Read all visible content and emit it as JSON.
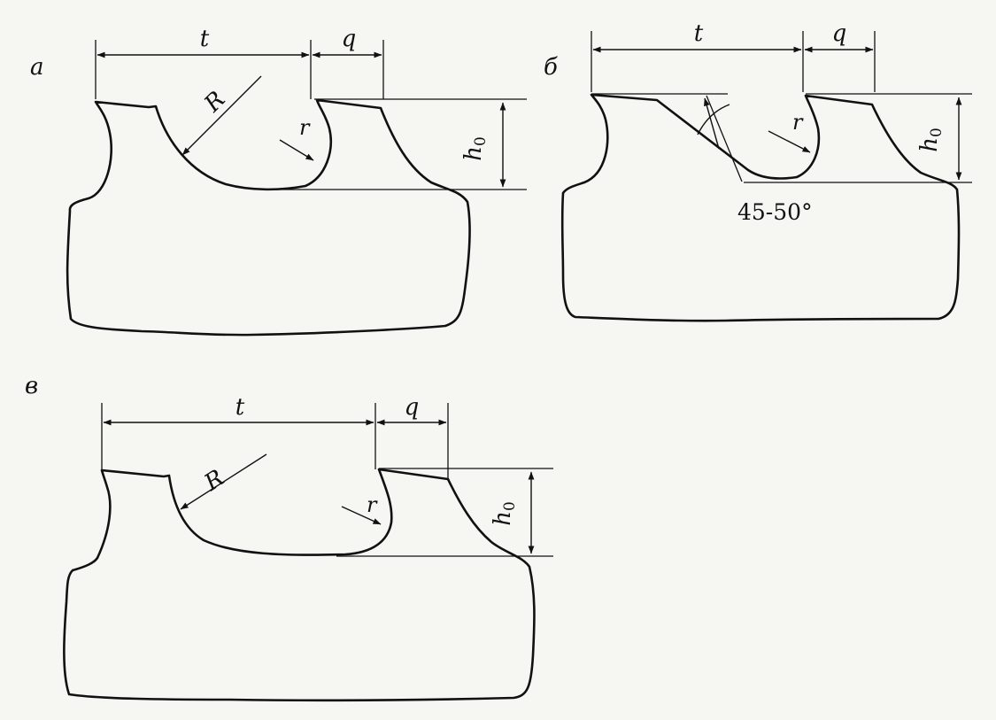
{
  "panels": [
    {
      "id": "a",
      "letter": "a",
      "t": "t",
      "q": "q",
      "R": "R",
      "r": "r",
      "h_base": "h",
      "h_sub": "0"
    },
    {
      "id": "b",
      "letter": "б",
      "t": "t",
      "q": "q",
      "r": "r",
      "h_base": "h",
      "h_sub": "0",
      "angle": "45-50°"
    },
    {
      "id": "c",
      "letter": "в",
      "t": "t",
      "q": "q",
      "R": "R",
      "r": "r",
      "h_base": "h",
      "h_sub": "0"
    }
  ],
  "colors": {
    "ink": "#111111",
    "paper": "#f6f6f3"
  }
}
